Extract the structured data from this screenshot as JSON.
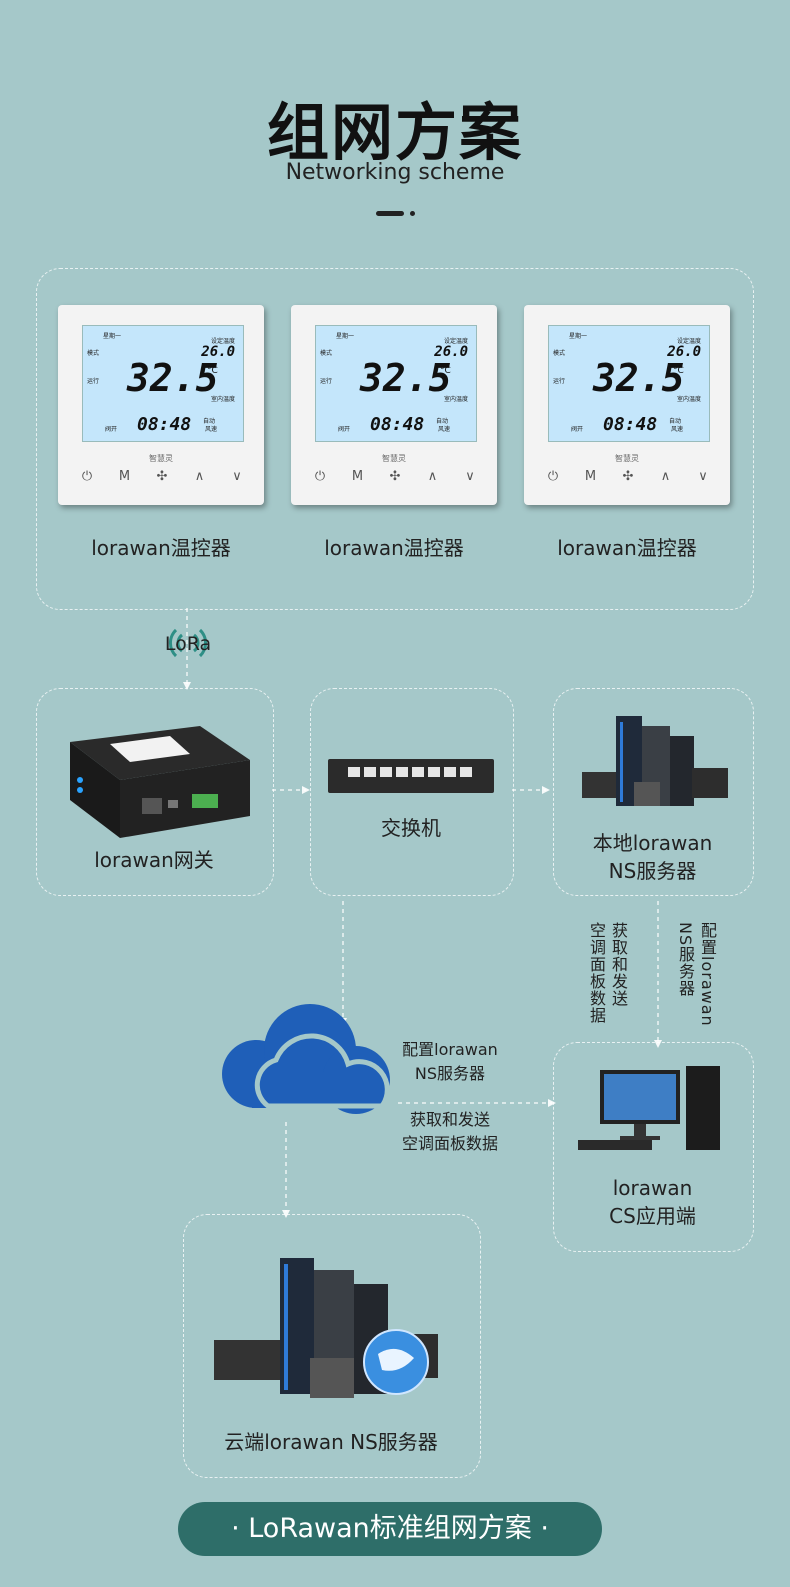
{
  "header": {
    "title": "组网方案",
    "subtitle": "Networking scheme"
  },
  "thermostats": [
    {
      "label": "lorawan温控器"
    },
    {
      "label": "lorawan温控器"
    },
    {
      "label": "lorawan温控器"
    }
  ],
  "thermostat_display": {
    "temperature": "32.5",
    "time": "08:48",
    "set_temperature": "26.0",
    "unit": "°C",
    "weekday": "星期一",
    "mode": "模式",
    "running": "运行",
    "set_label": "设定温度",
    "room_label": "室内温度",
    "valve": "阀开",
    "fan": "风速",
    "auto": "自动",
    "brand": "智慧灵",
    "buttons": [
      "⏻",
      "M",
      "✣",
      "∧",
      "∨"
    ]
  },
  "lora_label": "LoRa",
  "nodes": {
    "gateway": "lorawan网关",
    "switch": "交换机",
    "local_ns_line1": "本地lorawan",
    "local_ns_line2": "NS服务器",
    "cs_line1": "lorawan",
    "cs_line2": "CS应用端",
    "cloud_ns": "云端lorawan NS服务器"
  },
  "edge_labels": {
    "config_line1": "配置lorawan",
    "config_line2": "NS服务器",
    "fetch_line1": "获取和发送",
    "fetch_line2": "空调面板数据",
    "vert_config_1": "配置lorawan",
    "vert_config_2": "NS服务器",
    "vert_fetch_1": "获取和发送",
    "vert_fetch_2": "空调面板数据"
  },
  "footer": {
    "label": "· LoRawan标准组网方案 ·"
  },
  "colors": {
    "background": "#a5c8c9",
    "footer_pill": "#2e6e69",
    "lcd": "#c4e6fb",
    "cloud": "#1f5fb8",
    "lora_icon": "#2e8f86"
  }
}
